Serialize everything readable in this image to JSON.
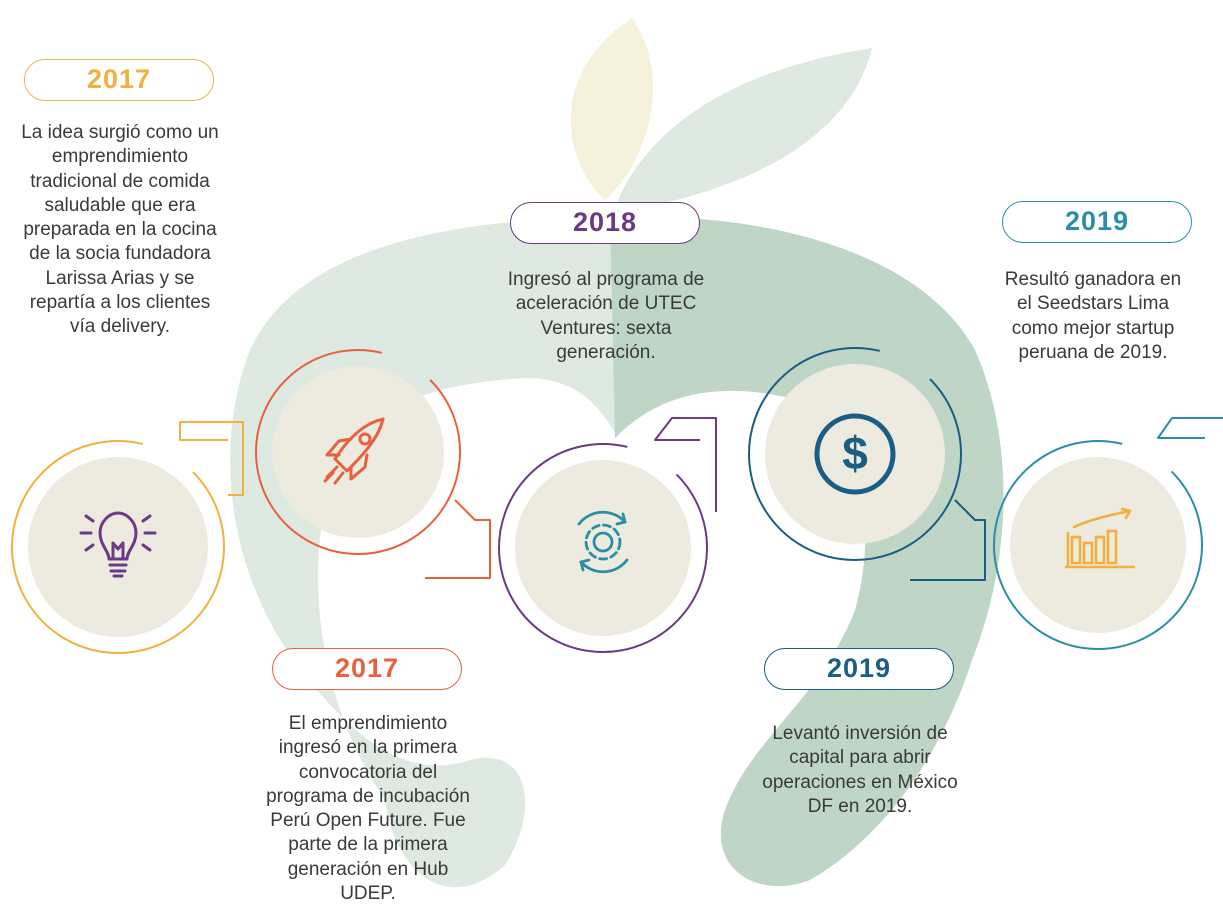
{
  "milestones": [
    {
      "year": "2017",
      "color": "#f2b13e",
      "text": "La idea surgió como un emprendimiento tradicional de comida saludable que era preparada en la cocina de la socia fundadora Larissa Arias y se repartía a los clientes vía delivery.",
      "icon": "lightbulb-icon"
    },
    {
      "year": "2017",
      "color": "#e8603d",
      "text": "El emprendimiento ingresó en la primera convocatoria del programa de incubación Perú Open Future. Fue parte de la primera generación en Hub UDEP.",
      "icon": "rocket-icon"
    },
    {
      "year": "2018",
      "color": "#6a3a86",
      "text": "Ingresó al programa de aceleración de UTEC Ventures: sexta generación.",
      "icon": "gear-cycle-icon"
    },
    {
      "year": "2019",
      "color": "#1a5e86",
      "text": "Levantó inversión de capital para abrir operaciones en México DF en 2019.",
      "icon": "dollar-icon"
    },
    {
      "year": "2019",
      "color": "#2a8fa6",
      "text": "Resultó ganadora en el Seedstars Lima como mejor startup peruana de 2019.",
      "icon": "growth-chart-icon"
    }
  ],
  "colors": {
    "circle_fill": "#edeae0",
    "leaf_light": "#f4efd6",
    "leaf_green": "#d7e5dc",
    "arch_left": "#dde9e1",
    "arch_right": "#bfd6c7"
  }
}
